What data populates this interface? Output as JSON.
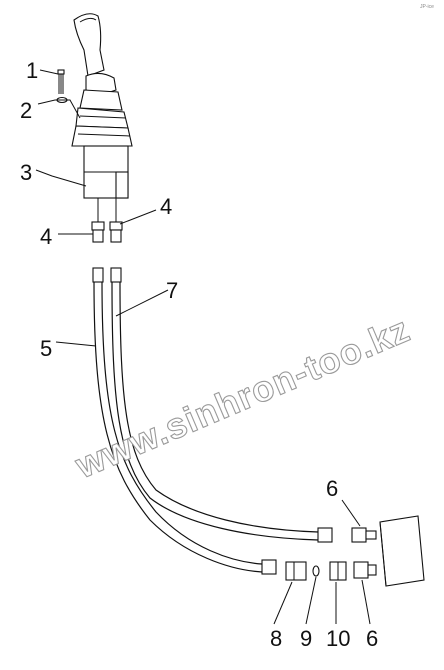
{
  "corner_mark": "JP-ice",
  "watermark": "www.sinhron-too.kz",
  "callouts": [
    {
      "id": "c1",
      "label": "1"
    },
    {
      "id": "c2",
      "label": "2"
    },
    {
      "id": "c3",
      "label": "3"
    },
    {
      "id": "c4a",
      "label": "4"
    },
    {
      "id": "c4b",
      "label": "4"
    },
    {
      "id": "c5",
      "label": "5"
    },
    {
      "id": "c7",
      "label": "7"
    },
    {
      "id": "c6a",
      "label": "6"
    },
    {
      "id": "c8",
      "label": "8"
    },
    {
      "id": "c9",
      "label": "9"
    },
    {
      "id": "c10",
      "label": "10"
    },
    {
      "id": "c6b",
      "label": "6"
    }
  ]
}
